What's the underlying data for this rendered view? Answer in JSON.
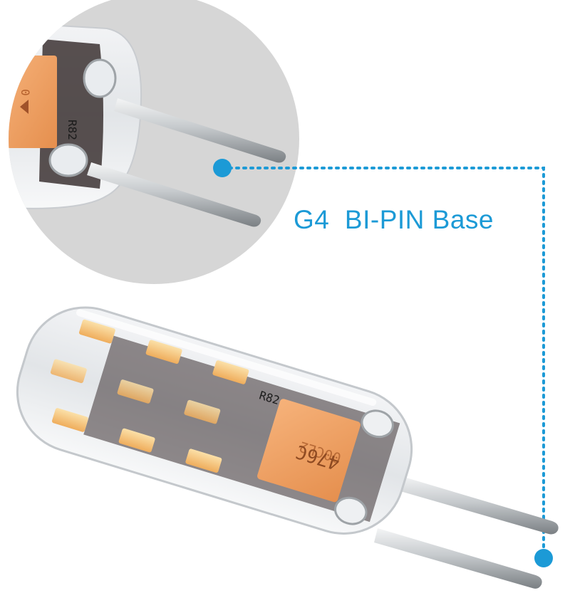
{
  "product": {
    "name": "G4 LED bi-pin bulb",
    "caption": "G4  BI-PIN Base"
  },
  "component_markings": {
    "capacitor_top_line": "00CL2",
    "capacitor_bottom_line": "476C",
    "resistor_code": "R82",
    "zoom_resistor_code": "R82"
  },
  "colors": {
    "callout": "#1c9ad6",
    "zoom_circle": "#d6d6d6",
    "capacitor": "#f0a266",
    "led_chip": "#f7c47e",
    "pin": "#b8bcc0"
  },
  "icons": {
    "callout_start": "dot-icon",
    "callout_end": "dot-icon"
  }
}
